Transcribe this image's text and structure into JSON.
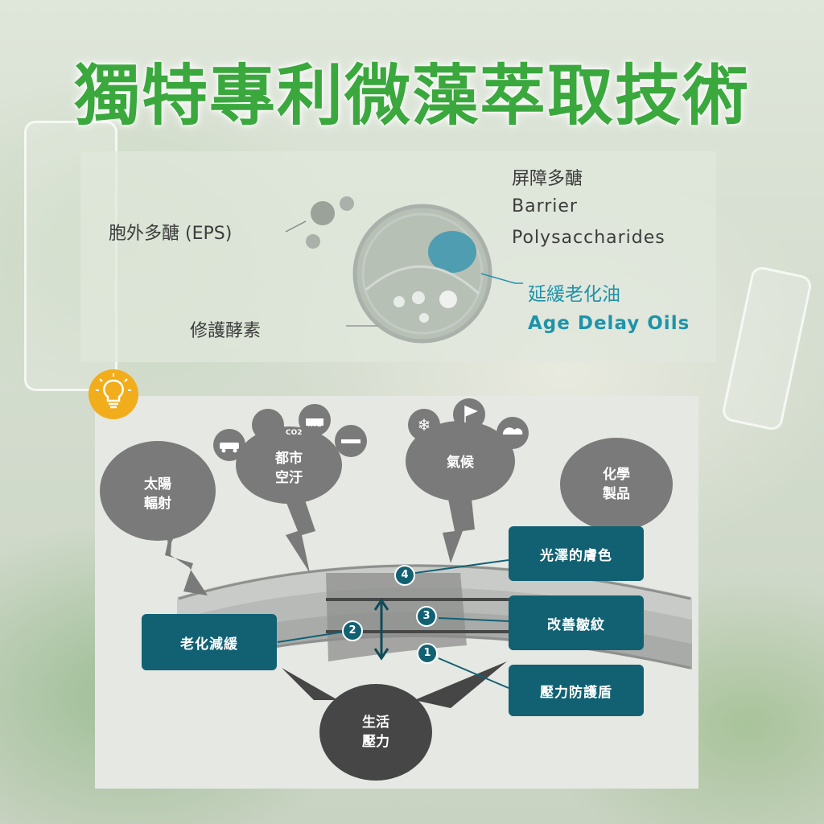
{
  "title": "獨特專利微藻萃取技術",
  "top_panel": {
    "eps_label": "胞外多醣 (EPS)",
    "enzyme_label": "修護酵素",
    "barrier_cn": "屏障多醣",
    "barrier_en_1": "Barrier",
    "barrier_en_2": "Polysaccharides",
    "oil_cn": "延緩老化油",
    "oil_en": "Age Delay  Oils"
  },
  "bottom_panel": {
    "bubbles": {
      "sun": "太陽\n輻射",
      "city": "都市\n空汙",
      "climate": "氣候",
      "chemical": "化學\n製品",
      "stress": "生活\n壓力"
    },
    "co2_label": "CO2",
    "factory_label": "PM2.5",
    "tags": {
      "glow": "光澤的膚色",
      "wrinkle": "改善皺紋",
      "aging": "老化減緩",
      "shield": "壓力防護盾"
    },
    "markers": [
      "1",
      "2",
      "3",
      "4"
    ]
  },
  "colors": {
    "title_green": "#3aa83d",
    "teal_text": "#1f93aa",
    "tag_bg": "#116173",
    "bubble_gray": "#777777",
    "stress_dark": "#464646",
    "bulb_yellow": "#f2ad1c"
  }
}
